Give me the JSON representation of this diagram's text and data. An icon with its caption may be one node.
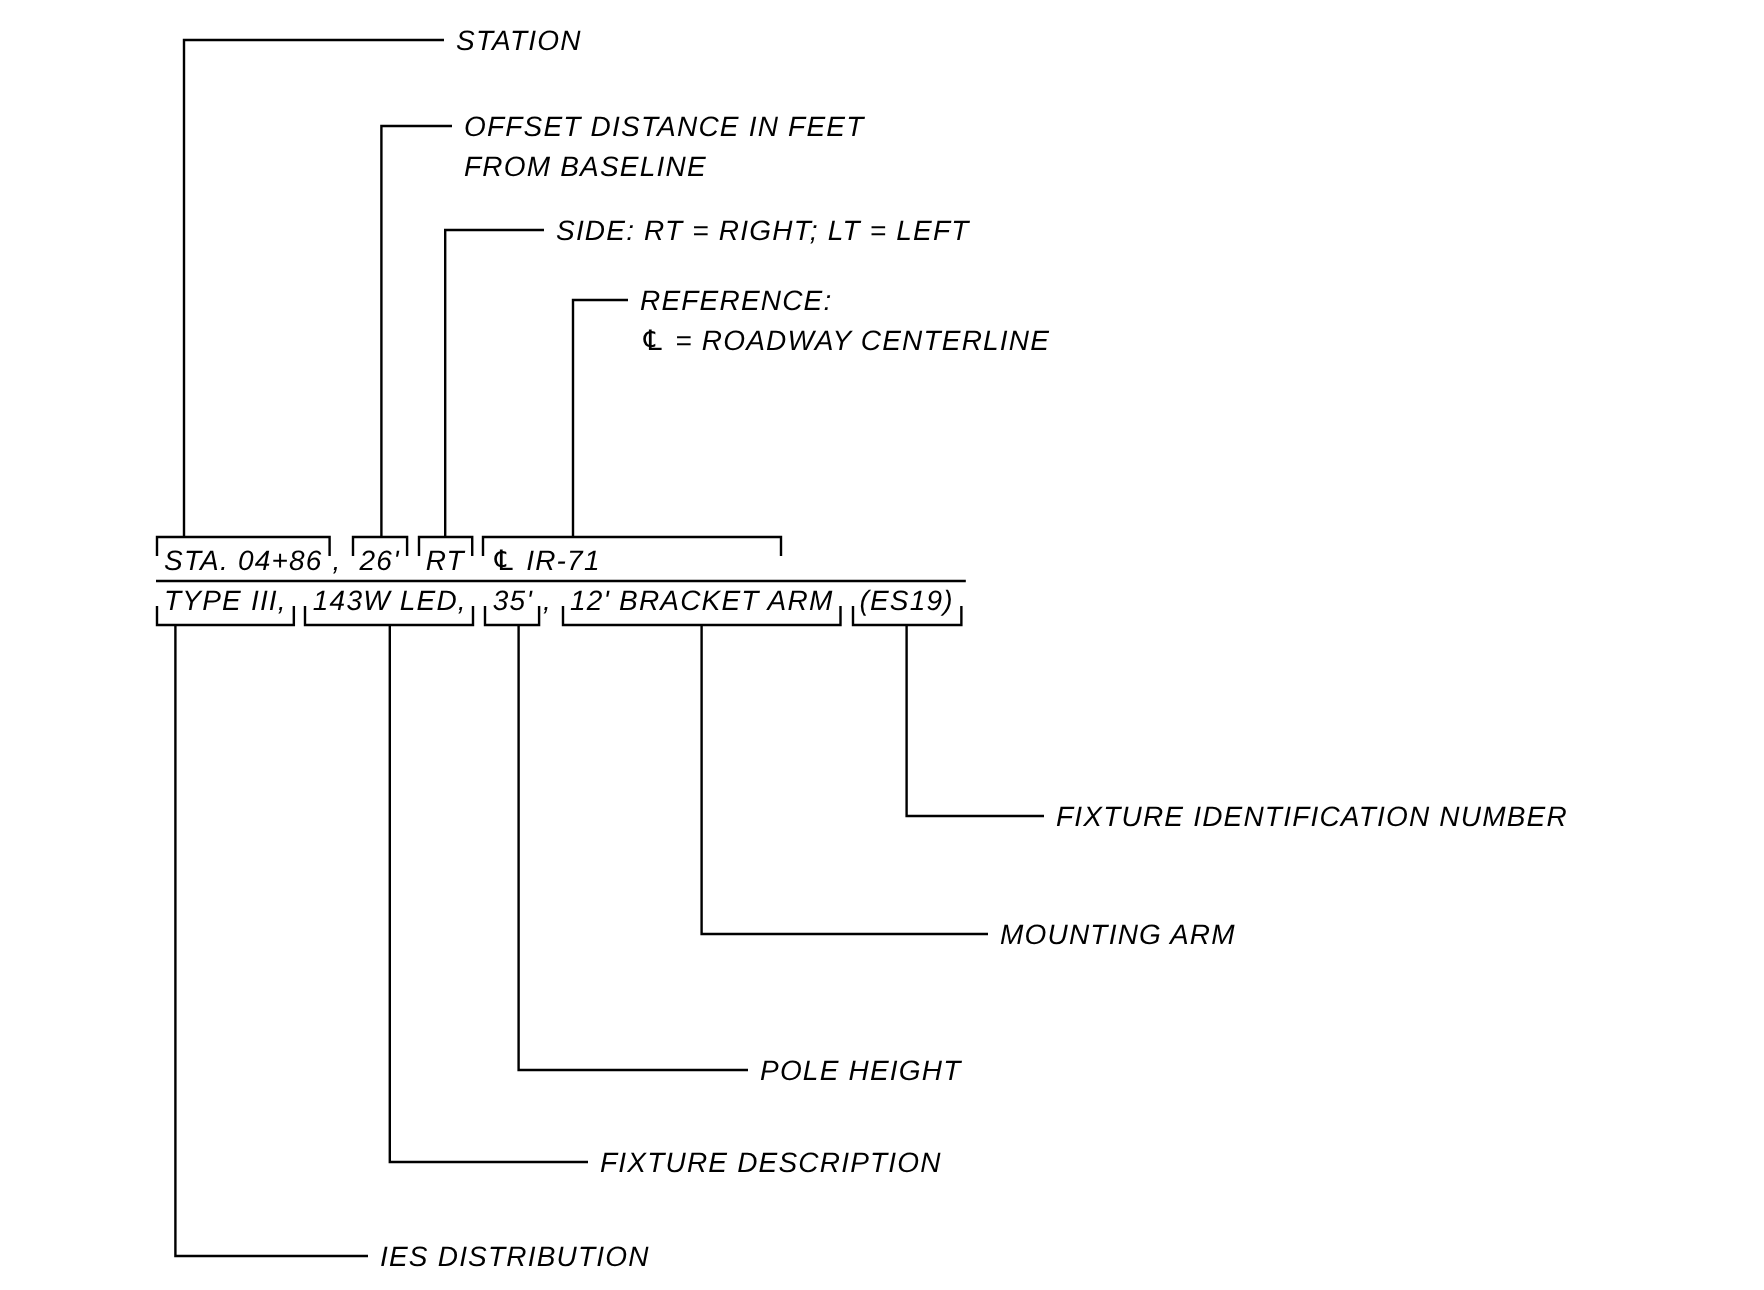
{
  "diagram": {
    "nodes": [
      {
        "text": [
          "STATION"
        ]
      },
      {
        "text": [
          "OFFSET DISTANCE IN FEET FROM BASELINE"
        ]
      },
      {
        "text": [
          "SIDE: RT = RIGHT; LT = LEFT"
        ]
      },
      {
        "text": [
          "REFERENCE:",
          "℄ = ROADWAY CENTERLINE"
        ]
      },
      {
        "text": [
          "STA. 04+86"
        ]
      },
      {
        "text": [
          "26'"
        ]
      },
      {
        "text": [
          "RT"
        ]
      },
      {
        "text": [
          "℄ IR-71"
        ]
      },
      {
        "text": [
          "TYPE III,"
        ]
      },
      {
        "text": [
          "143W LED,"
        ]
      },
      {
        "text": [
          "35'"
        ]
      },
      {
        "text": [
          "12' BRACKET ARM"
        ]
      },
      {
        "text": [
          "(ES19)"
        ]
      },
      {
        "text": [
          "FIXTURE IDENTIFICATION NUMBER"
        ]
      },
      {
        "text": [
          "MOUNTING ARM"
        ]
      },
      {
        "text": [
          "POLE HEIGHT"
        ]
      },
      {
        "text": [
          "FIXTURE DESCRIPTION"
        ]
      },
      {
        "text": [
          "IES DISTRIBUTION"
        ]
      }
    ],
    "edges": [
      {
        "from": 0,
        "to": 4,
        "arrow": "none"
      },
      {
        "from": 1,
        "to": 5,
        "arrow": "none"
      },
      {
        "from": 2,
        "to": 6,
        "arrow": "none"
      },
      {
        "from": 3,
        "to": 7,
        "arrow": "none"
      },
      {
        "from": 13,
        "to": 12,
        "arrow": "none"
      },
      {
        "from": 14,
        "to": 11,
        "arrow": "none"
      },
      {
        "from": 15,
        "to": 10,
        "arrow": "none"
      },
      {
        "from": 16,
        "to": 9,
        "arrow": "none"
      },
      {
        "from": 17,
        "to": 8,
        "arrow": "none"
      }
    ],
    "labels": [
      ",",
      ","
    ]
  }
}
